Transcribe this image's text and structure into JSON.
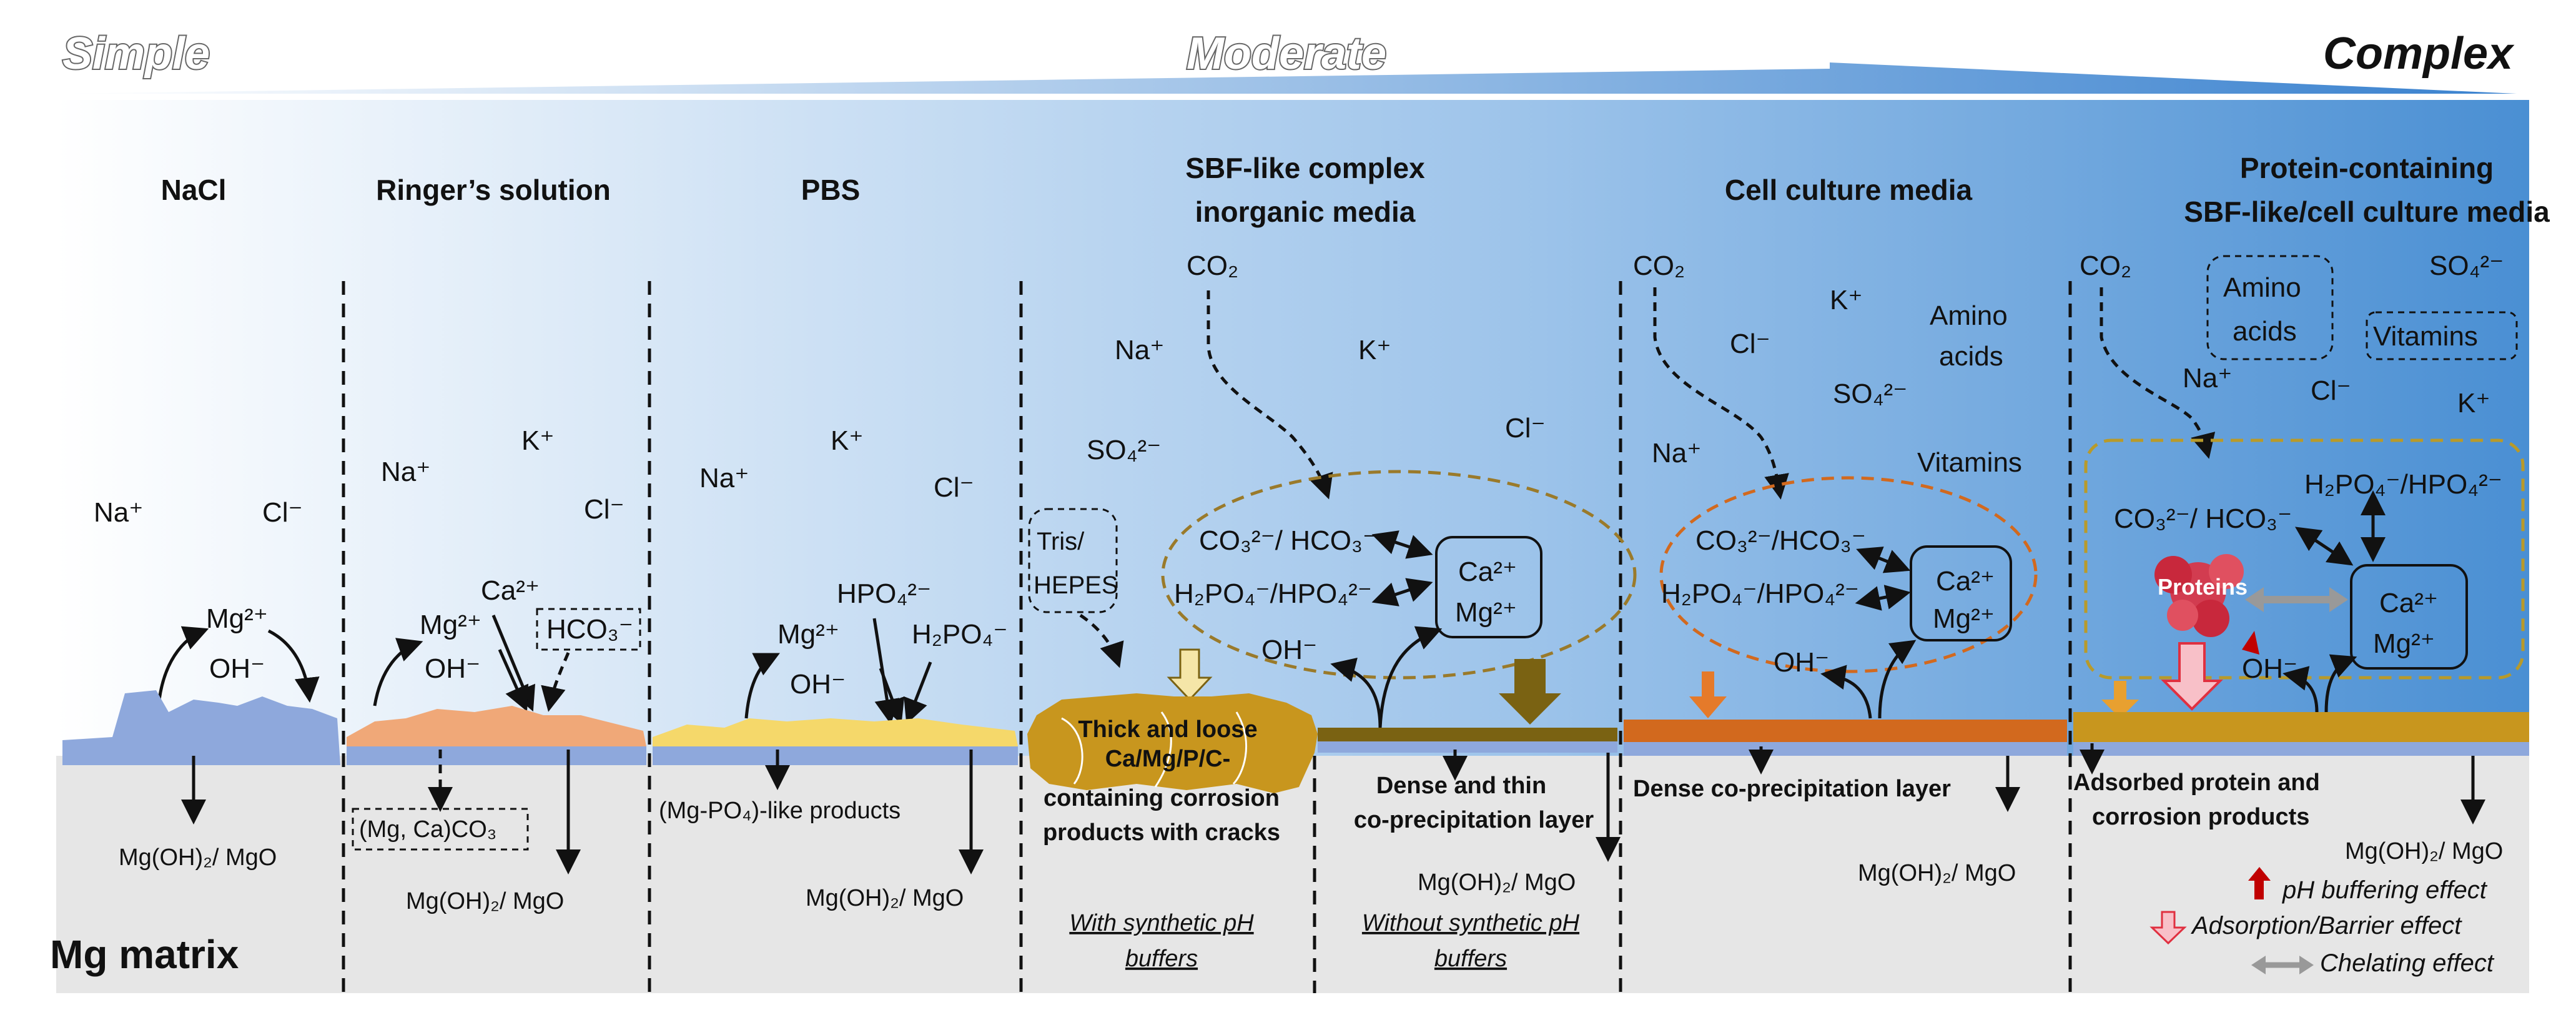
{
  "scale": {
    "simple": "Simple",
    "moderate": "Moderate",
    "complex": "Complex"
  },
  "base": {
    "matrix": "Mg matrix"
  },
  "columns": [
    {
      "title": [
        "NaCl"
      ],
      "ions": [
        "Na⁺",
        "Cl⁻",
        "Mg²⁺",
        "OH⁻"
      ],
      "products": [
        "Mg(OH)₂/ MgO"
      ]
    },
    {
      "title": [
        "Ringer’s solution"
      ],
      "ions": [
        "Na⁺",
        "K⁺",
        "Cl⁻",
        "Ca²⁺",
        "Mg²⁺",
        "OH⁻",
        "HCO₃⁻"
      ],
      "products": [
        "(Mg, Ca)CO₃",
        "Mg(OH)₂/ MgO"
      ]
    },
    {
      "title": [
        "PBS"
      ],
      "ions": [
        "Na⁺",
        "K⁺",
        "Cl⁻",
        "HPO₄²⁻",
        "Mg²⁺",
        "H₂PO₄⁻",
        "OH⁻"
      ],
      "products": [
        "(Mg-PO₄)-like products",
        "Mg(OH)₂/ MgO"
      ]
    },
    {
      "title": [
        "SBF-like complex",
        "inorganic media"
      ],
      "ions": [
        "CO₂",
        "Na⁺",
        "K⁺",
        "Cl⁻",
        "SO₄²⁻",
        "CO₃²⁻/ HCO₃⁻",
        "H₂PO₄⁻/HPO₄²⁻",
        "Ca²⁺",
        "Mg²⁺",
        "OH⁻"
      ],
      "buffer": [
        "Tris/",
        "HEPES"
      ],
      "layers": [
        "Thick and loose",
        "Ca/Mg/P/C-",
        "containing corrosion",
        "products with cracks",
        "Dense and thin",
        "co-precipitation layer"
      ],
      "products": [
        "Mg(OH)₂/ MgO"
      ],
      "notes": [
        "With synthetic pH",
        "buffers",
        "Without synthetic pH",
        "buffers"
      ]
    },
    {
      "title": [
        "Cell culture media"
      ],
      "ions": [
        "CO₂",
        "K⁺",
        "Cl⁻",
        "Amino",
        "acids",
        "SO₄²⁻",
        "Na⁺",
        "Vitamins",
        "CO₃²⁻/HCO₃⁻",
        "H₂PO₄⁻/HPO₄²⁻",
        "Ca²⁺",
        "Mg²⁺",
        "OH⁻"
      ],
      "layers": [
        "Dense co-precipitation layer"
      ],
      "products": [
        "Mg(OH)₂/ MgO"
      ]
    },
    {
      "title": [
        "Protein-containing",
        "SBF-like/cell culture media"
      ],
      "ions": [
        "CO₂",
        "Amino",
        "acids",
        "SO₄²⁻",
        "Vitamins",
        "Na⁺",
        "Cl⁻",
        "K⁺",
        "CO₃²⁻/ HCO₃⁻",
        "H₂PO₄⁻/HPO₄²⁻",
        "Proteins",
        "Ca²⁺",
        "Mg²⁺",
        "OH⁻"
      ],
      "layers": [
        "Adsorbed protein and",
        "corrosion products"
      ],
      "products": [
        "Mg(OH)₂/ MgO"
      ]
    }
  ],
  "legend": [
    "pH buffering effect",
    "Adsorption/Barrier effect",
    "Chelating effect"
  ],
  "colors": {
    "matrix": "#e6e6e6",
    "mg_layer": "#8ea8dc",
    "ringer_layer": "#f0a878",
    "pbs_layer": "#f5d86a",
    "loose_layer": "#c8961e",
    "thin_layer": "#7a6212",
    "cell_layer": "#d2691e",
    "protein_layer": "#c8961e",
    "gradient_dark": "#4a8fd3",
    "protein": "#d23c50",
    "buffer_arrow": "#c00000",
    "chelate_arrow": "#999999"
  }
}
